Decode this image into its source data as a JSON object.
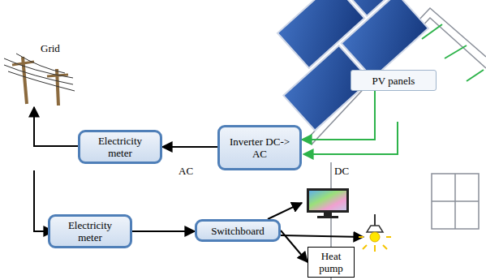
{
  "diagram": {
    "nodes": [
      {
        "text": [
          "PV panels"
        ]
      },
      {
        "text": [
          "Electricity meter"
        ]
      },
      {
        "text": [
          "Inverter DC-> AC"
        ]
      },
      {
        "text": [
          "Electricity meter"
        ]
      },
      {
        "text": [
          "Switchboard"
        ]
      },
      {
        "text": [
          "Heat pump"
        ]
      }
    ],
    "edges": [
      {
        "from": 2,
        "to": 1,
        "arrow": "to"
      },
      {
        "from": 3,
        "to": 4,
        "arrow": "to"
      },
      {
        "from": 4,
        "to": 5,
        "arrow": "to"
      },
      {
        "from": 0,
        "to": 2,
        "arrow": "to"
      }
    ],
    "labels": [
      "Grid",
      "AC",
      "DC"
    ]
  }
}
